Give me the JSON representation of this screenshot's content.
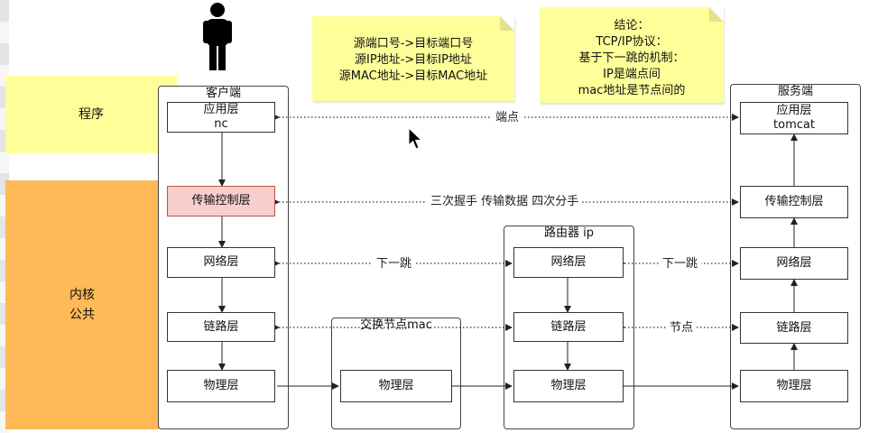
{
  "bands": {
    "program": "程序",
    "kernel": [
      "内核",
      "公共"
    ]
  },
  "notes": {
    "addressing": [
      "源端口号->目标端口号",
      "源IP地址->目标IP地址",
      "源MAC地址->目标MAC地址"
    ],
    "conclusion": [
      "结论：",
      "TCP/IP协议：",
      "基于下一跳的机制：",
      "IP是端点间",
      "mac地址是节点间的"
    ]
  },
  "client": {
    "title": "客户端",
    "layers": [
      {
        "name": "应用层",
        "sub": "nc"
      },
      {
        "name": "传输控制层",
        "highlight": true
      },
      {
        "name": "网络层"
      },
      {
        "name": "链路层"
      },
      {
        "name": "物理层"
      }
    ]
  },
  "switch": {
    "title": "交换节点mac",
    "layers": [
      {
        "name": "物理层"
      }
    ]
  },
  "router": {
    "title": "路由器  ip",
    "layers": [
      {
        "name": "网络层"
      },
      {
        "name": "链路层"
      },
      {
        "name": "物理层"
      }
    ]
  },
  "server": {
    "title": "服务端",
    "layers": [
      {
        "name": "应用层",
        "sub": "tomcat"
      },
      {
        "name": "传输控制层"
      },
      {
        "name": "网络层"
      },
      {
        "name": "链路层"
      },
      {
        "name": "物理层"
      }
    ]
  },
  "links": {
    "endpoint": "端点",
    "handshake": "三次握手 传输数据 四次分手",
    "next_hop_left": "下一跳",
    "next_hop_right": "下一跳",
    "node": "节点"
  },
  "colors": {
    "program_band": "#ffff99",
    "kernel_band": "#ffb957",
    "note": "#ffff99",
    "highlight_layer": "#f8cecc"
  },
  "icons": {
    "person": "person-icon",
    "cursor": "mouse-cursor-icon"
  }
}
